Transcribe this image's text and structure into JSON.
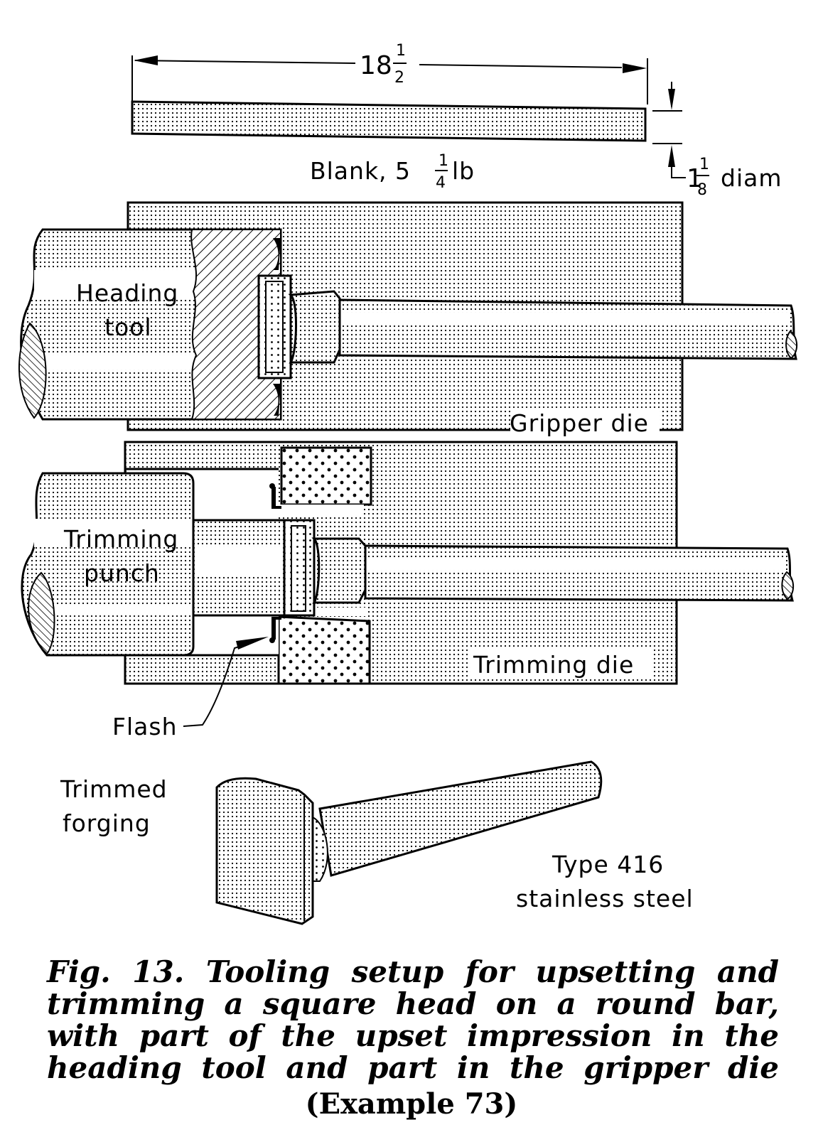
{
  "figure": {
    "blank": {
      "length_whole": "18",
      "length_num": "1",
      "length_den": "2",
      "label_prefix": "Blank, 5",
      "weight_num": "1",
      "weight_den": "4",
      "weight_unit": "lb",
      "diam_whole": "1",
      "diam_num": "1",
      "diam_den": "8",
      "diam_unit": "diam"
    },
    "labels": {
      "heading_tool_1": "Heading",
      "heading_tool_2": "tool",
      "gripper_die": "Gripper die",
      "trimming_punch_1": "Trimming",
      "trimming_punch_2": "punch",
      "trimming_die": "Trimming die",
      "flash": "Flash",
      "trimmed_forging_1": "Trimmed",
      "trimmed_forging_2": "forging",
      "material_1": "Type 416",
      "material_2": "stainless steel"
    },
    "caption": {
      "lines": [
        "Fig. 13. Tooling setup for upsetting and",
        "trimming a square head on a round bar,",
        "with part of the upset impression in the",
        "heading tool and part in the gripper die"
      ],
      "example": "(Example 73)"
    }
  }
}
